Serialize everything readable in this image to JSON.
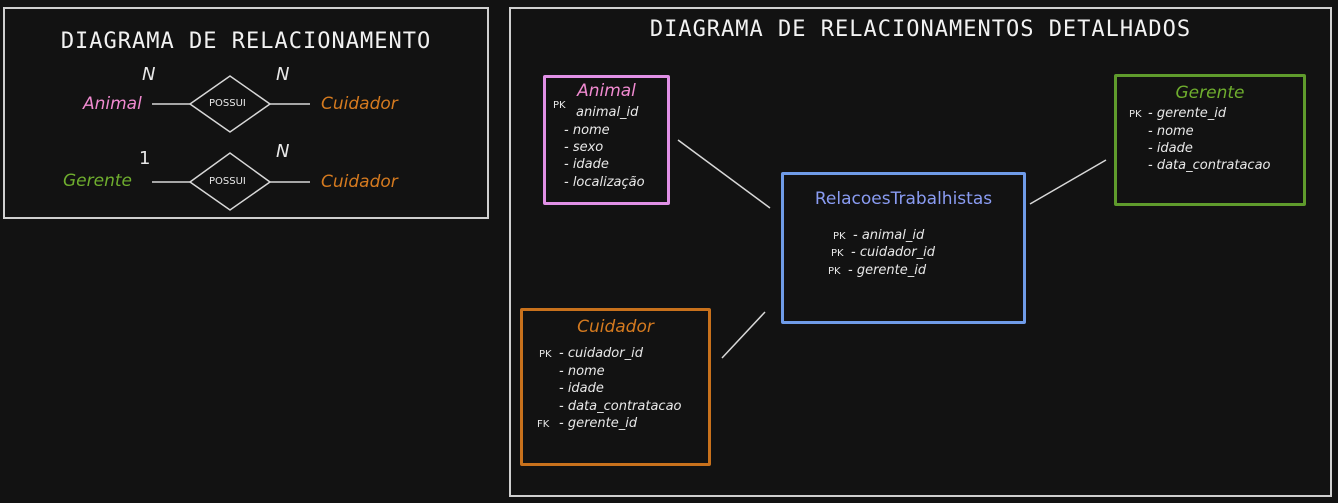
{
  "left_panel": {
    "title": "DIAGRAMA DE RELACIONAMENTO",
    "rel1": {
      "left": "Animal",
      "left_card": "N",
      "verb": "POSSUI",
      "right_card": "N",
      "right": "Cuidador"
    },
    "rel2": {
      "left": "Gerente",
      "left_card": "1",
      "verb": "POSSUI",
      "right_card": "N",
      "right": "Cuidador"
    }
  },
  "right_panel": {
    "title": "DIAGRAMA DE RELACIONAMENTOS DETALHADOS",
    "animal": {
      "name": "Animal",
      "pk_tag": "PK",
      "fields": [
        "animal_id",
        "- nome",
        "- sexo",
        "- idade",
        "- localização"
      ]
    },
    "relacoes": {
      "name": "RelacoesTrabalhistas",
      "fields": [
        {
          "tag": "PK",
          "text": "- animal_id"
        },
        {
          "tag": "PK",
          "text": "- cuidador_id"
        },
        {
          "tag": "PK",
          "text": "- gerente_id"
        }
      ]
    },
    "gerente": {
      "name": "Gerente",
      "fields": [
        {
          "tag": "PK",
          "text": "- gerente_id"
        },
        {
          "tag": "",
          "text": "- nome"
        },
        {
          "tag": "",
          "text": "- idade"
        },
        {
          "tag": "",
          "text": "- data_contratacao"
        }
      ]
    },
    "cuidador": {
      "name": "Cuidador",
      "fields": [
        {
          "tag": "PK",
          "text": "- cuidador_id"
        },
        {
          "tag": "",
          "text": "- nome"
        },
        {
          "tag": "",
          "text": "- idade"
        },
        {
          "tag": "",
          "text": "- data_contratacao"
        },
        {
          "tag": "FK",
          "text": "- gerente_id"
        }
      ]
    }
  },
  "colors": {
    "animal": "#f08ad0",
    "cuidador": "#d57a1f",
    "gerente": "#6fae2e",
    "relacoes": "#8a9cf2",
    "relacoes_border": "#6f9be8",
    "animal_border": "#e090e6",
    "gerente_border": "#5f9b2c",
    "cuidador_border": "#c8711c"
  }
}
